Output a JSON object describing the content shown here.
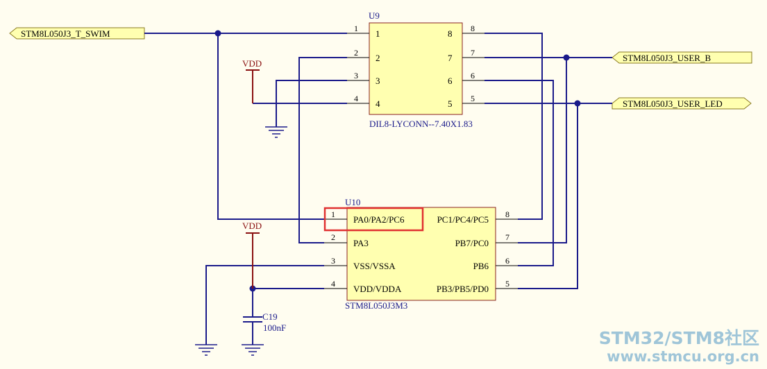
{
  "ports": {
    "swim": "STM8L050J3_T_SWIM",
    "user_b": "STM8L050J3_USER_B",
    "user_led": "STM8L050J3_USER_LED"
  },
  "u9": {
    "ref": "U9",
    "footprint": "DIL8-LYCONN--7.40X1.83",
    "inner_left": [
      "1",
      "2",
      "3",
      "4"
    ],
    "inner_right": [
      "8",
      "7",
      "6",
      "5"
    ],
    "outer_left": [
      "1",
      "2",
      "3",
      "4"
    ],
    "outer_right": [
      "8",
      "7",
      "6",
      "5"
    ]
  },
  "u10": {
    "ref": "U10",
    "part": "STM8L050J3M3",
    "left_pins": [
      {
        "num": "1",
        "name": "PA0/PA2/PC6"
      },
      {
        "num": "2",
        "name": "PA3"
      },
      {
        "num": "3",
        "name": "VSS/VSSA"
      },
      {
        "num": "4",
        "name": "VDD/VDDA"
      }
    ],
    "right_pins": [
      {
        "num": "8",
        "name": "PC1/PC4/PC5"
      },
      {
        "num": "7",
        "name": "PB7/PC0"
      },
      {
        "num": "6",
        "name": "PB6"
      },
      {
        "num": "5",
        "name": "PB3/PB5/PD0"
      }
    ]
  },
  "power": {
    "vdd_top": "VDD",
    "vdd_bottom": "VDD"
  },
  "c19": {
    "ref": "C19",
    "value": "100nF"
  },
  "highlight_color": "#e03030",
  "watermark": {
    "line1": "STM32/STM8社区",
    "line2": "www.stmcu.org.cn"
  }
}
